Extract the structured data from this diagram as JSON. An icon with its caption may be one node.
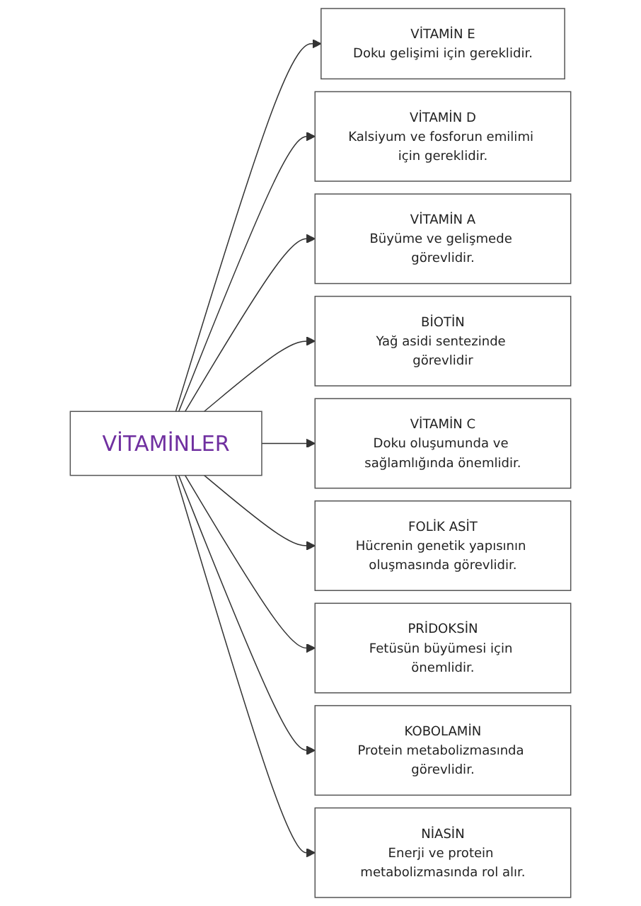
{
  "diagram": {
    "nodes": [
      {
        "text": [
          "VİTAMİNLER"
        ]
      },
      {
        "text": [
          "VİTAMİN E",
          "Doku gelişimi için gereklidir."
        ]
      },
      {
        "text": [
          "VİTAMİN D",
          "Kalsiyum ve fosforun emilimi için gereklidir."
        ]
      },
      {
        "text": [
          "VİTAMİN A",
          "Büyüme ve gelişmede görevlidir."
        ]
      },
      {
        "text": [
          "BİOTİN",
          "Yağ asidi sentezinde görevlidir"
        ]
      },
      {
        "text": [
          "VİTAMİN C",
          "Doku oluşumunda ve sağlamlığında önemlidir."
        ]
      },
      {
        "text": [
          "FOLİK ASİT",
          "Hücrenin genetik yapısının oluşmasında görevlidir."
        ]
      },
      {
        "text": [
          "PRİDOKSİN",
          "Fetüsün büyümesi için önemlidir."
        ]
      },
      {
        "text": [
          "KOBOLAMİN",
          "Protein metabolizmasında görevlidir."
        ]
      },
      {
        "text": [
          "NİASİN",
          "Enerji ve protein metabolizmasında rol alır."
        ]
      }
    ],
    "edges": [
      {
        "from": 0,
        "to": 1,
        "arrow": "to"
      },
      {
        "from": 0,
        "to": 2,
        "arrow": "to"
      },
      {
        "from": 0,
        "to": 3,
        "arrow": "to"
      },
      {
        "from": 0,
        "to": 4,
        "arrow": "to"
      },
      {
        "from": 0,
        "to": 5,
        "arrow": "to"
      },
      {
        "from": 0,
        "to": 6,
        "arrow": "to"
      },
      {
        "from": 0,
        "to": 7,
        "arrow": "to"
      },
      {
        "from": 0,
        "to": 8,
        "arrow": "to"
      },
      {
        "from": 0,
        "to": 9,
        "arrow": "to"
      }
    ]
  }
}
